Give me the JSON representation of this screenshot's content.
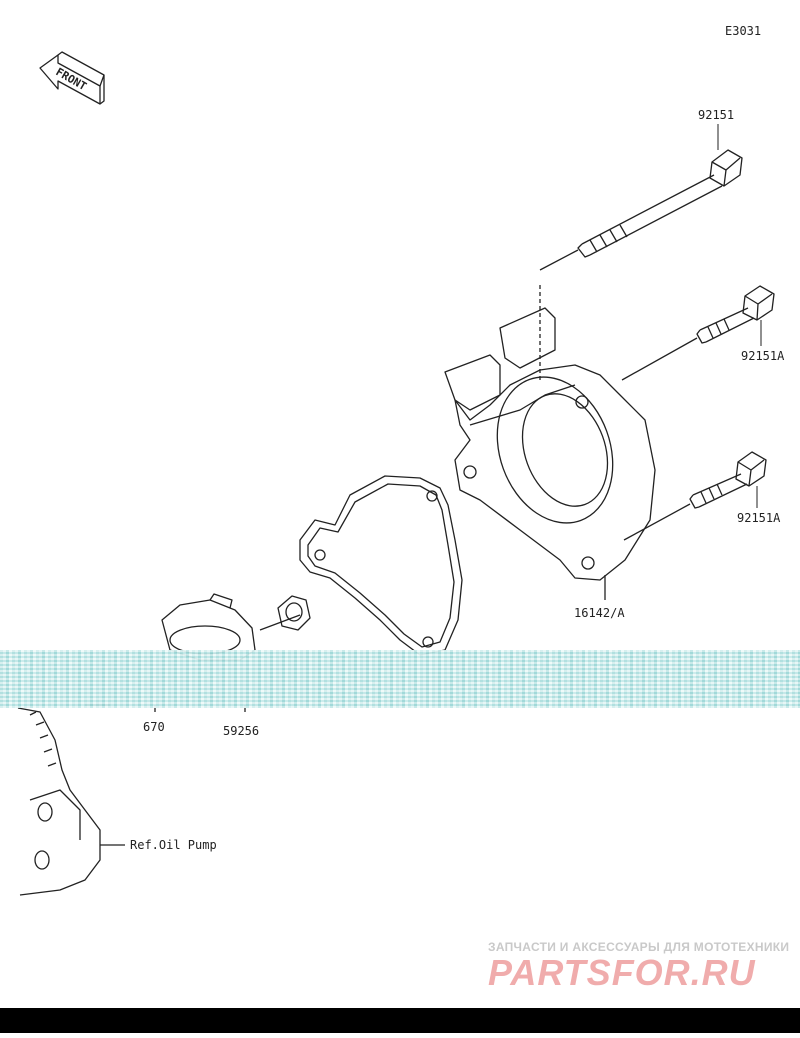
{
  "diagram_code": "E3031",
  "front_label": "FRONT",
  "parts": {
    "bolt_long": "92151",
    "bolt_a_upper": "92151A",
    "bolt_a_lower": "92151A",
    "pump_cover": "16142/A",
    "impeller": "670",
    "seal": "59256"
  },
  "reference": "Ref.Oil Pump",
  "watermark": {
    "tagline": "ЗАПЧАСТИ И АКСЕССУАРЫ ДЛЯ МОТОТЕХНИКИ",
    "logo": "PARTSFOR.RU"
  }
}
